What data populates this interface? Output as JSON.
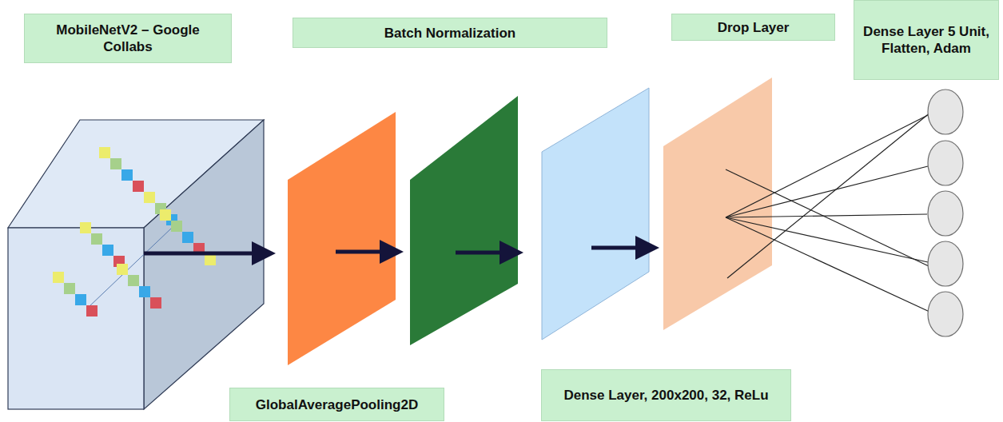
{
  "diagram": {
    "nodes": [
      {
        "text": [
          "MobileNetV2 – Google Collabs"
        ]
      },
      {
        "text": [
          "Batch Normalization"
        ]
      },
      {
        "text": [
          "Drop Layer"
        ]
      },
      {
        "text": [
          "Dense Layer 5 Unit, Flatten, Adam"
        ]
      },
      {
        "text": [
          "GlobalAveragePooling2D"
        ]
      },
      {
        "text": [
          "Dense Layer, 200x200, 32, ReLu"
        ]
      }
    ]
  }
}
